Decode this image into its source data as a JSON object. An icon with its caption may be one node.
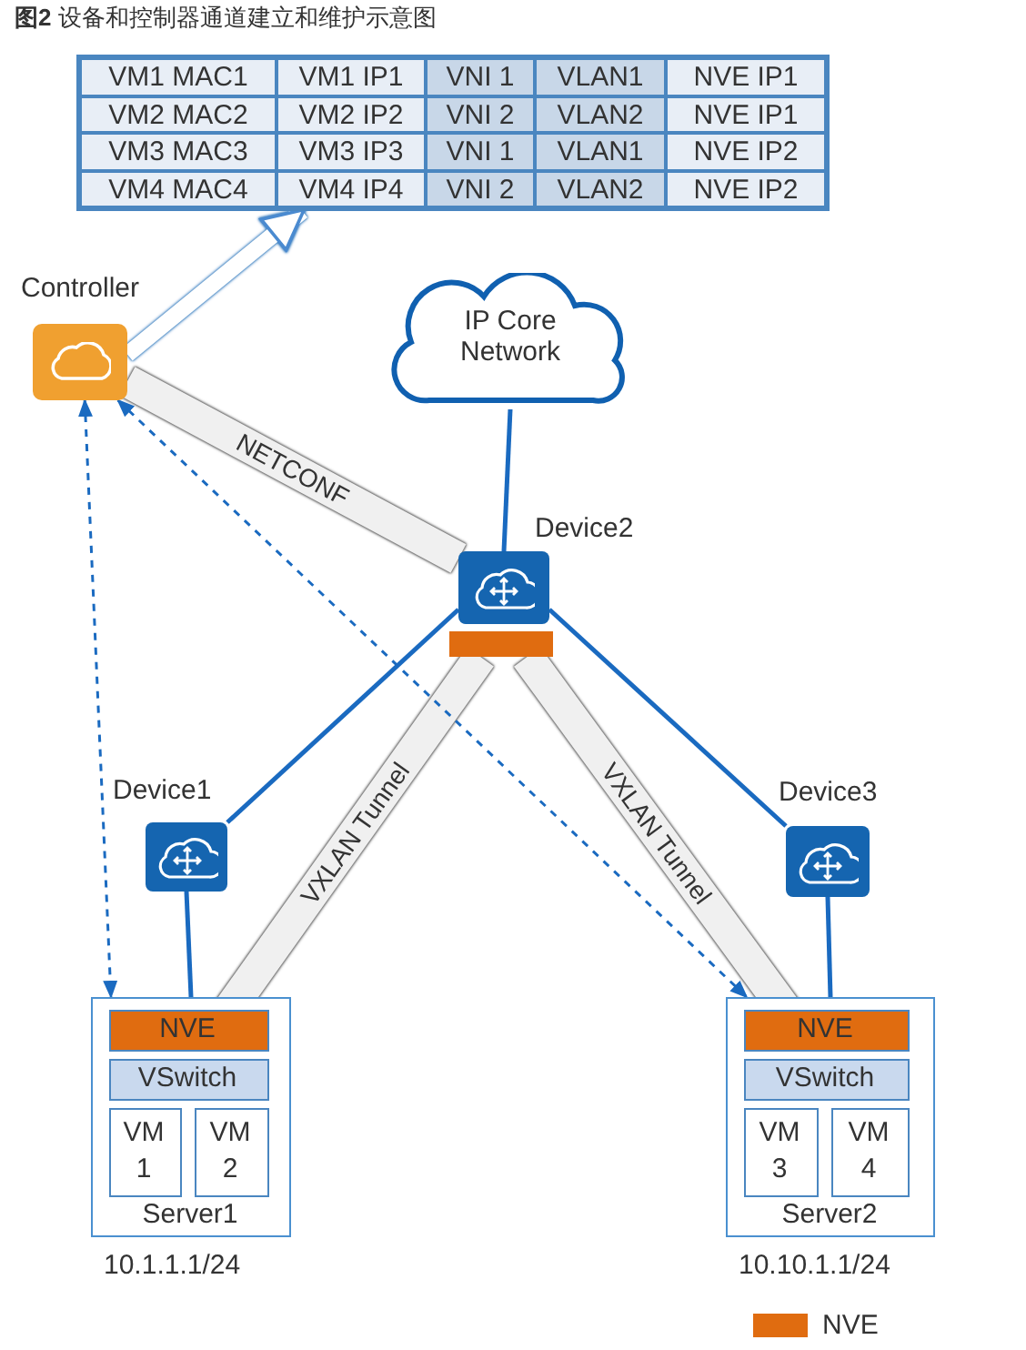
{
  "diagram": {
    "title": "**图2** 设备和控制器通道建立和维护示意图",
    "nodes": [
      {
        "text": [
          "Controller"
        ]
      },
      {
        "text": [],
        "shape": "box"
      },
      {
        "text": [
          "IP Core Network"
        ]
      },
      {
        "text": [
          "Device2"
        ]
      },
      {
        "text": [],
        "shape": "bar"
      },
      {
        "text": [
          "Device1"
        ]
      },
      {
        "text": [
          "Device3"
        ]
      },
      {
        "text": [
          "Server1"
        ],
        "beside": [
          "10.1.1.1/24"
        ]
      },
      {
        "text": [
          "NVE"
        ],
        "in": 7
      },
      {
        "text": [
          "VSwitch"
        ],
        "in": 7
      },
      {
        "text": [
          "VM 1"
        ],
        "in": 7
      },
      {
        "text": [
          "VM 2"
        ],
        "in": 7
      },
      {
        "text": [
          "Server2"
        ],
        "beside": [
          "10.10.1.1/24"
        ]
      },
      {
        "text": [
          "NVE"
        ],
        "in": 12
      },
      {
        "text": [
          "VSwitch"
        ],
        "in": 12
      },
      {
        "text": [
          "VM 3"
        ],
        "in": 12
      },
      {
        "text": [
          "VM 4"
        ],
        "in": 12
      }
    ],
    "edges": [
      {
        "from": 0,
        "to": 1,
        "arrow": "to",
        "style": "thick",
        "color": "#ffffff"
      },
      {
        "from": 0,
        "to": 3,
        "arrow": "none",
        "style": "thick",
        "color": "#f0f0f0",
        "label": "NETCONF"
      },
      {
        "from": 2,
        "to": 3,
        "arrow": "none"
      },
      {
        "from": 3,
        "to": 5,
        "arrow": "none"
      },
      {
        "from": 3,
        "to": 6,
        "arrow": "none"
      },
      {
        "from": 5,
        "to": 7,
        "arrow": "none"
      },
      {
        "from": 6,
        "to": 12,
        "arrow": "none"
      },
      {
        "from": 4,
        "to": 8,
        "arrow": "none",
        "style": "thick",
        "color": "#f0f0f0",
        "label": "VXLAN Tunnel"
      },
      {
        "from": 4,
        "to": 13,
        "arrow": "none",
        "style": "thick",
        "color": "#f0f0f0",
        "label": "VXLAN Tunnel"
      },
      {
        "from": 0,
        "to": 7,
        "arrow": "both",
        "style": "dashed"
      },
      {
        "from": 0,
        "to": 12,
        "arrow": "both",
        "style": "dashed"
      }
    ],
    "labels": [
      "VM1 MAC1",
      "VM1 IP1",
      "VNI 1",
      "VLAN1",
      "NVE IP1",
      "VM2 MAC2",
      "VM2 IP2",
      "VNI 2",
      "VLAN2",
      "NVE IP1",
      "VM3 MAC3",
      "VM3 IP3",
      "VNI 1",
      "VLAN1",
      "NVE IP2",
      "VM4 MAC4",
      "VM4 IP4",
      "VNI 2",
      "VLAN2",
      "NVE IP2"
    ],
    "legend": [
      {
        "text": "NVE",
        "color": "#e06c10"
      }
    ]
  }
}
